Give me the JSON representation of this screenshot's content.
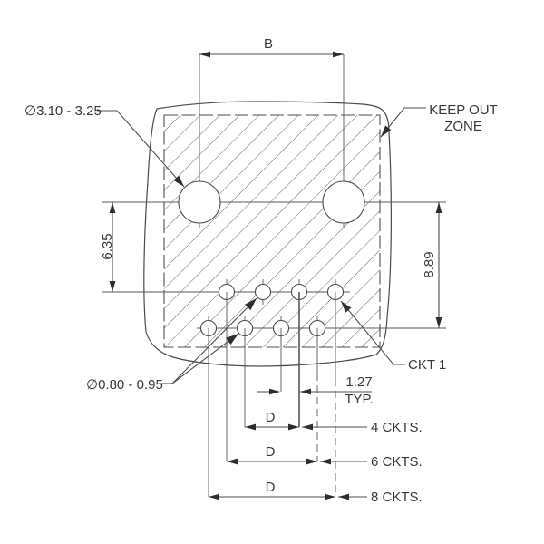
{
  "labels": {
    "dim_b": "B",
    "large_hole_diameter": "∅3.10 - 3.25",
    "keep_out_line1": "KEEP OUT",
    "keep_out_line2": "ZONE",
    "dim_vertical_left": "6.35",
    "dim_vertical_right": "8.89",
    "small_hole_diameter": "∅0.80 - 0.95",
    "ckt1": "CKT 1",
    "pitch_value": "1.27",
    "pitch_qualifier": "TYP.",
    "dim_d": "D",
    "ckts_4": "4 CKTS.",
    "ckts_6": "6 CKTS.",
    "ckts_8": "8 CKTS."
  },
  "colors": {
    "line": "#4f4f4f",
    "text": "#383838",
    "background": "#ffffff"
  }
}
